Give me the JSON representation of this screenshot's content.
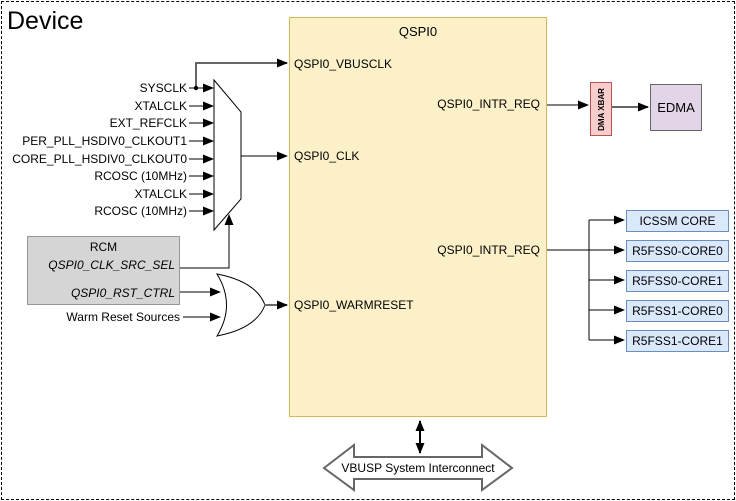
{
  "device": {
    "title": "Device"
  },
  "qspi": {
    "title": "QSPI0",
    "ports": {
      "vbusclk": "QSPI0_VBUSCLK",
      "clk": "QSPI0_CLK",
      "warmreset": "QSPI0_WARMRESET",
      "intr_req_dma": "QSPI0_INTR_REQ",
      "intr_req_cores": "QSPI0_INTR_REQ"
    }
  },
  "clock_inputs": [
    "SYSCLK",
    "XTALCLK",
    "EXT_REFCLK",
    "PER_PLL_HSDIV0_CLKOUT1",
    "CORE_PLL_HSDIV0_CLKOUT0",
    "RCOSC (10MHz)",
    "XTALCLK",
    "RCOSC (10MHz)"
  ],
  "rcm": {
    "title": "RCM",
    "clk_src_sel": "QSPI0_CLK_SRC_SEL",
    "rst_ctrl": "QSPI0_RST_CTRL"
  },
  "warm_reset_label": "Warm Reset Sources",
  "dma": {
    "xbar": "DMA XBAR",
    "edma": "EDMA"
  },
  "cores": [
    "ICSSM CORE",
    "R5FSS0-CORE0",
    "R5FSS0-CORE1",
    "R5FSS1-CORE0",
    "R5FSS1-CORE1"
  ],
  "interconnect": {
    "label": "VBUSP System Interconnect"
  },
  "colors": {
    "qspi_fill": "#FCF0C8",
    "qspi_border": "#D6B656",
    "rcm_fill": "#D5D5D5",
    "rcm_border": "#979797",
    "core_fill": "#DAE8FC",
    "core_border": "#6C8EBF",
    "xbar_fill": "#F8CECC",
    "xbar_border": "#B85450",
    "edma_fill": "#E1D5E7",
    "edma_border": "#666666"
  }
}
